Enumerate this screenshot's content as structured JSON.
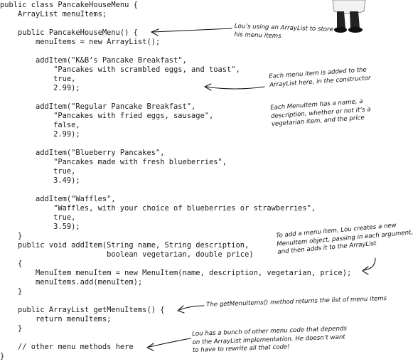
{
  "code_lines": [
    "public class PancakeHouseMenu {",
    "    ArrayList menuItems;",
    "",
    "    public PancakeHouseMenu() {",
    "        menuItems = new ArrayList();",
    "",
    "        addItem(\"K&B’s Pancake Breakfast\",",
    "            \"Pancakes with scrambled eggs, and toast\",",
    "            true,",
    "            2.99);",
    "",
    "        addItem(\"Regular Pancake Breakfast\",",
    "            \"Pancakes with fried eggs, sausage\",",
    "            false,",
    "            2.99);",
    "",
    "        addItem(\"Blueberry Pancakes\",",
    "            \"Pancakes made with fresh blueberries\",",
    "            true,",
    "            3.49);",
    "",
    "        addItem(\"Waffles\",",
    "            \"Waffles, with your choice of blueberries or strawberries\",",
    "            true,",
    "            3.59);",
    "    }",
    "    public void addItem(String name, String description,",
    "                        boolean vegetarian, double price)",
    "    {",
    "        MenuItem menuItem = new MenuItem(name, description, vegetarian, price);",
    "        menuItems.add(menuItem);",
    "    }",
    "",
    "    public ArrayList getMenuItems() {",
    "        return menuItems;",
    "    }",
    "",
    "    // other menu methods here",
    "}"
  ],
  "annotations": {
    "arraylist_note": "Lou’s using an ArrayList to store\nhis menu items",
    "constructor_note": "Each menu item is added to the\nArrayList here, in the constructor",
    "menuitem_note": "Each MenuItem has a name, a\ndescription, whether or not it’s a\nvegetarian item, and the price",
    "additem_note": "To add a menu item, Lou creates a new\nMenuItem object, passing in each argument,\nand then adds it to the ArrayList",
    "getmenuitems_note": "The getMenuItems() method returns the list of menu items",
    "other_code_note": "Lou has a bunch of other menu code that depends\non the ArrayList implementation. He doesn’t want\nto have to rewrite all that code!"
  }
}
